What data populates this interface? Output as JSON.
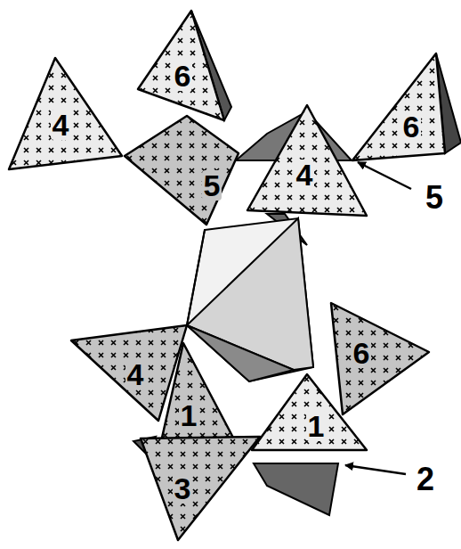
{
  "diagram": {
    "nodes": [
      {
        "text": [
          "6"
        ]
      },
      {
        "text": [
          "4"
        ]
      },
      {
        "text": [
          "5"
        ]
      },
      {
        "text": [
          "4"
        ]
      },
      {
        "text": [
          "6"
        ]
      },
      {
        "text": [
          "4"
        ]
      },
      {
        "text": [
          "6"
        ]
      },
      {
        "text": [
          "1"
        ]
      },
      {
        "text": [
          "1"
        ]
      },
      {
        "text": [
          "3"
        ]
      }
    ],
    "labels": [
      "5",
      "2"
    ]
  }
}
